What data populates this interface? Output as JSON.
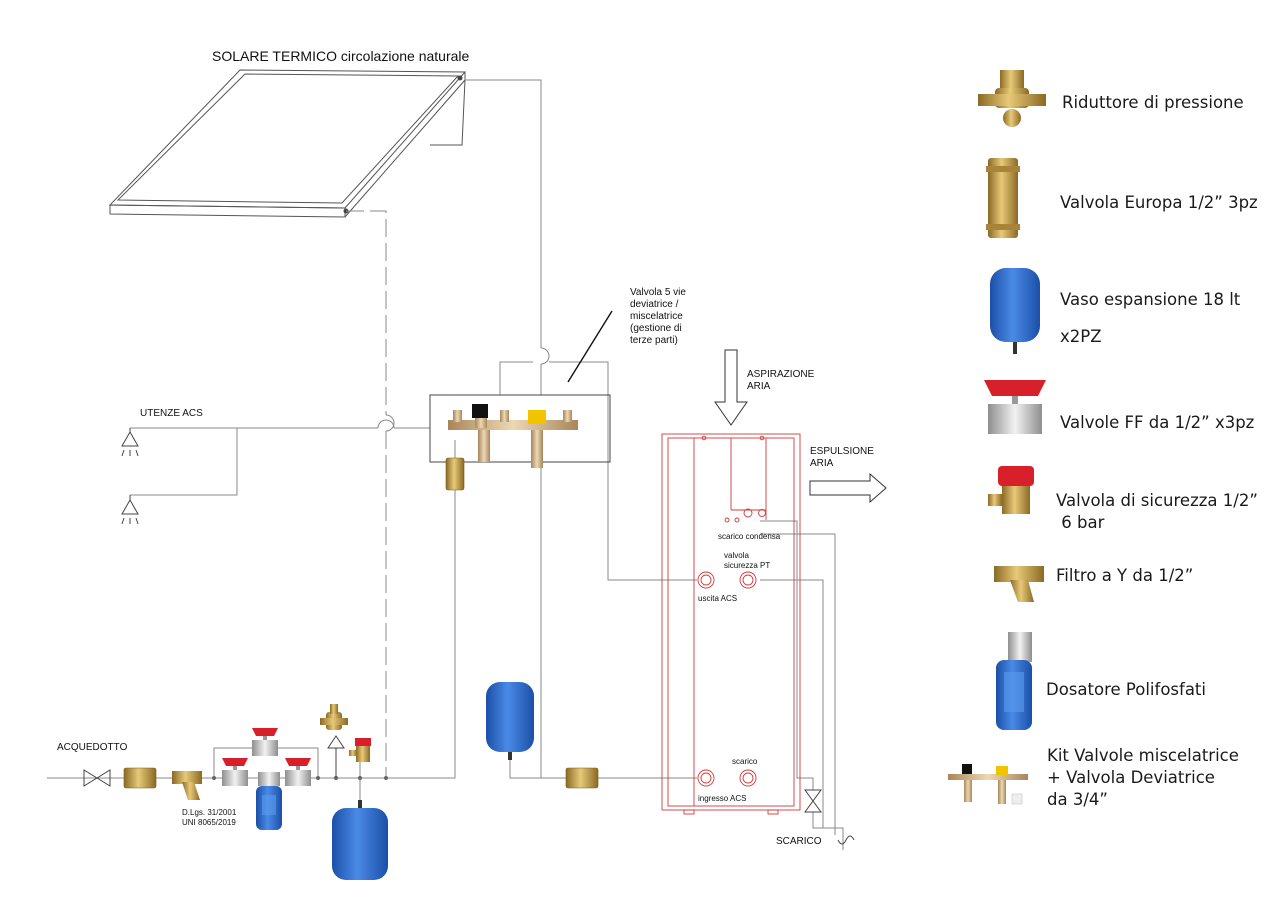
{
  "diagram": {
    "title_bold": "SOLARE TERMICO",
    "title_rest": " circolazione naturale",
    "valve5_label": [
      "Valvola 5 vie",
      "deviatrice /",
      "miscelatrice",
      "(gestione di",
      "terze parti)"
    ],
    "aspirazione": [
      "ASPIRAZIONE",
      "ARIA"
    ],
    "espulsione": [
      "ESPULSIONE",
      "ARIA"
    ],
    "utenze": "UTENZE ACS",
    "acquedotto": "ACQUEDOTTO",
    "norme": [
      "D.Lgs. 31/2001",
      "UNI 8065/2019"
    ],
    "scarico_condensa": "scarico condensa",
    "valvola_pt": [
      "valvola",
      "sicurezza PT"
    ],
    "uscita_acs": "uscita ACS",
    "scarico_small": "scarico",
    "ingresso_acs": "ingresso ACS",
    "scarico_main": "SCARICO"
  },
  "legend": [
    {
      "icon": "pressure-reducer-icon",
      "lines": [
        "Riduttore di pressione"
      ]
    },
    {
      "icon": "check-valve-icon",
      "lines": [
        "Valvola Europa 1/2” 3pz"
      ]
    },
    {
      "icon": "expansion-vessel-icon",
      "lines": [
        "Vaso espansione 18 lt",
        "x2PZ"
      ]
    },
    {
      "icon": "ball-valve-icon",
      "lines": [
        "Valvole FF da 1/2” x3pz"
      ]
    },
    {
      "icon": "safety-valve-icon",
      "lines": [
        "Valvola di sicurezza 1/2”",
        " 6 bar"
      ]
    },
    {
      "icon": "y-filter-icon",
      "lines": [
        "Filtro a Y da 1/2”"
      ]
    },
    {
      "icon": "polyphosphate-dosing-icon",
      "lines": [
        "Dosatore Polifosfati"
      ]
    },
    {
      "icon": "valve-kit-icon",
      "lines": [
        "Kit Valvole miscelatrice",
        "+ Valvola Deviatrice",
        "da 3/4”"
      ]
    }
  ],
  "colors": {
    "line": "#555555",
    "heat_pump": "#d23a3a",
    "brass": "#c9a24a",
    "vessel_blue": "#2f6fd0",
    "valve_red": "#d8202a",
    "knob_yellow": "#f2c400"
  }
}
